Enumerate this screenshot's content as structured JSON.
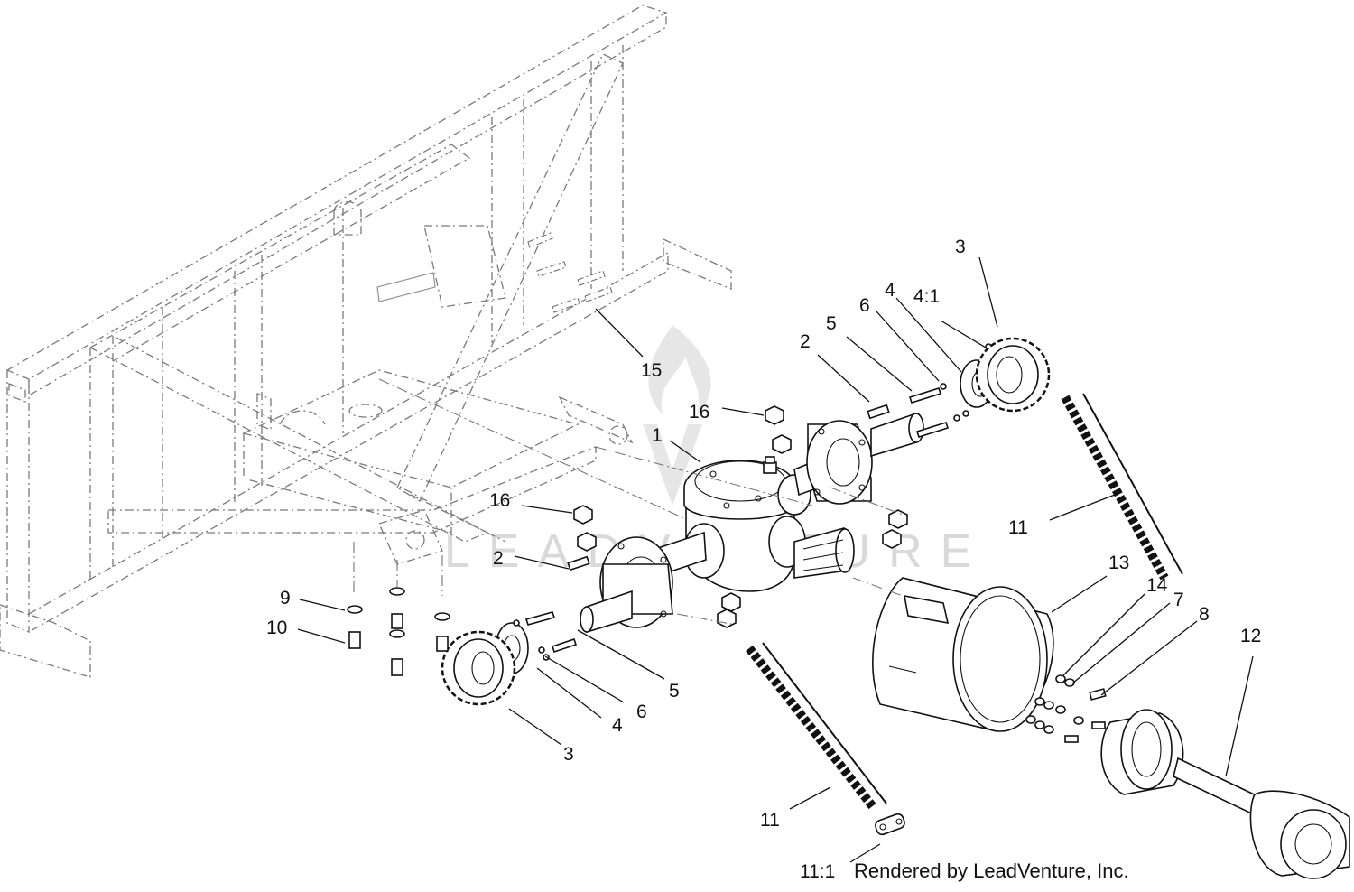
{
  "watermark": {
    "brand_text": "LEADVENTURE"
  },
  "credit": "Rendered by LeadVenture, Inc.",
  "callouts": [
    {
      "id": "c-1",
      "label": "1"
    },
    {
      "id": "c-2a",
      "label": "2"
    },
    {
      "id": "c-2b",
      "label": "2"
    },
    {
      "id": "c-3a",
      "label": "3"
    },
    {
      "id": "c-3b",
      "label": "3"
    },
    {
      "id": "c-4-1",
      "label": "4:1"
    },
    {
      "id": "c-4a",
      "label": "4"
    },
    {
      "id": "c-4b",
      "label": "4"
    },
    {
      "id": "c-5a",
      "label": "5"
    },
    {
      "id": "c-5b",
      "label": "5"
    },
    {
      "id": "c-6a",
      "label": "6"
    },
    {
      "id": "c-6b",
      "label": "6"
    },
    {
      "id": "c-7",
      "label": "7"
    },
    {
      "id": "c-8",
      "label": "8"
    },
    {
      "id": "c-9",
      "label": "9"
    },
    {
      "id": "c-10",
      "label": "10"
    },
    {
      "id": "c-11a",
      "label": "11"
    },
    {
      "id": "c-11b",
      "label": "11"
    },
    {
      "id": "c-11-1",
      "label": "11:1"
    },
    {
      "id": "c-12",
      "label": "12"
    },
    {
      "id": "c-13",
      "label": "13"
    },
    {
      "id": "c-14",
      "label": "14"
    },
    {
      "id": "c-15",
      "label": "15"
    },
    {
      "id": "c-16a",
      "label": "16"
    },
    {
      "id": "c-16b",
      "label": "16"
    }
  ]
}
